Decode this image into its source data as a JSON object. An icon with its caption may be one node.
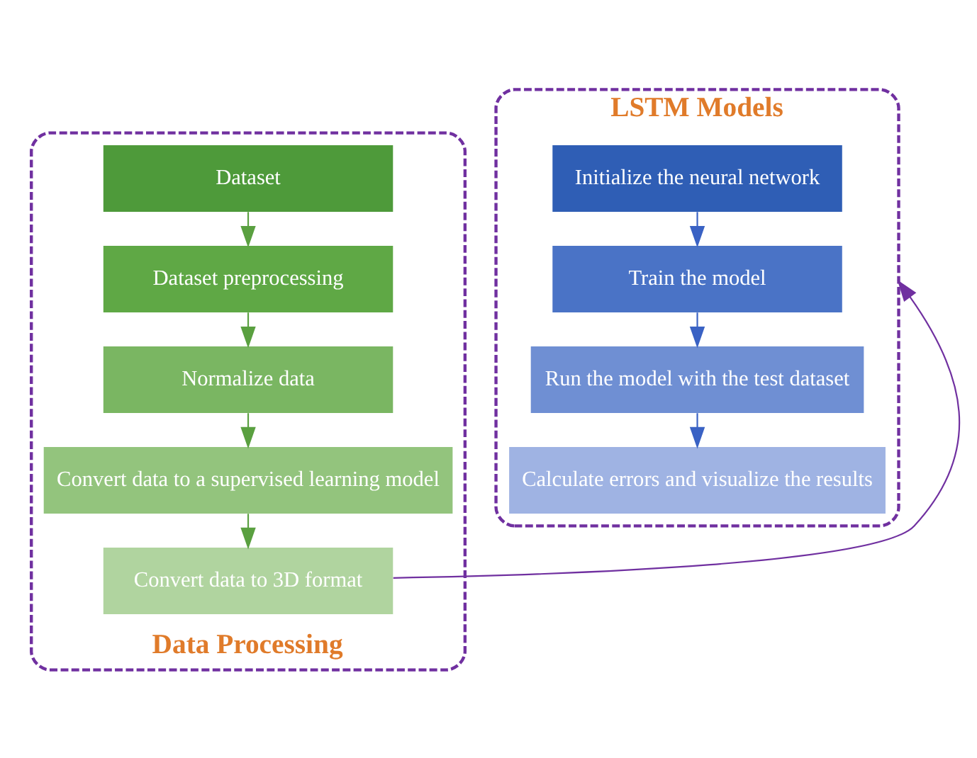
{
  "diagram": {
    "nodes": [
      {
        "text": [
          "Data Processing"
        ]
      },
      {
        "text": [
          "Dataset"
        ],
        "in": 0
      },
      {
        "text": [
          "Dataset preprocessing"
        ],
        "in": 0
      },
      {
        "text": [
          "Normalize data"
        ],
        "in": 0
      },
      {
        "text": [
          "Convert data to a supervised learning model"
        ],
        "in": 0
      },
      {
        "text": [
          "Convert data to 3D format"
        ],
        "in": 0
      },
      {
        "text": [
          "LSTM Models"
        ]
      },
      {
        "text": [
          "Initialize the neural network"
        ],
        "in": 6
      },
      {
        "text": [
          "Train the model"
        ],
        "in": 6
      },
      {
        "text": [
          "Run the model with the test dataset"
        ],
        "in": 6
      },
      {
        "text": [
          "Calculate errors and visualize the results"
        ],
        "in": 6
      }
    ],
    "edges": [
      {
        "from": 1,
        "to": 2,
        "arrow": "to"
      },
      {
        "from": 2,
        "to": 3,
        "arrow": "to"
      },
      {
        "from": 3,
        "to": 4,
        "arrow": "to"
      },
      {
        "from": 4,
        "to": 5,
        "arrow": "to"
      },
      {
        "from": 5,
        "to": 6,
        "arrow": "to",
        "color": "#7030a0"
      },
      {
        "from": 7,
        "to": 8,
        "arrow": "to",
        "color": "#3a62c4"
      },
      {
        "from": 8,
        "to": 9,
        "arrow": "to",
        "color": "#3a62c4"
      },
      {
        "from": 9,
        "to": 10,
        "arrow": "to",
        "color": "#3a62c4"
      }
    ]
  }
}
